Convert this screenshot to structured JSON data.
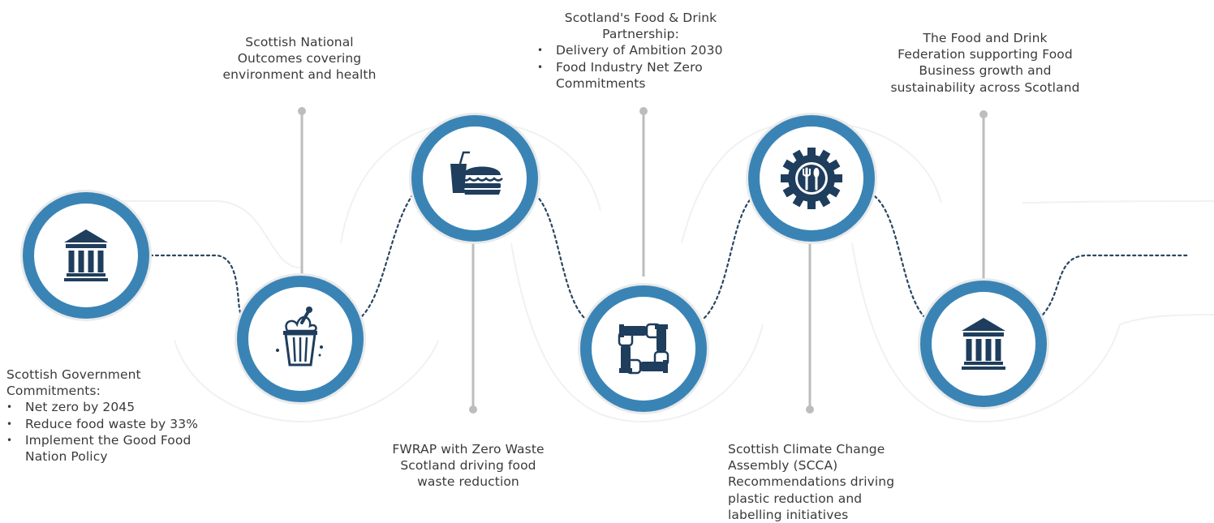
{
  "colors": {
    "ring": "#3a84b5",
    "ring_border": "#e9eaeb",
    "icon": "#1f3d5c",
    "connector": "#2b4660",
    "stem": "#bcbdbe",
    "background_arc": "#f0f1f2"
  },
  "nodes": [
    {
      "icon": "government-building-icon",
      "label": {
        "title_lines": [
          "Scottish Government",
          "Commitments:"
        ],
        "bullets": [
          "Net zero by 2045",
          "Reduce food waste by 33%",
          "Implement the Good Food Nation Policy"
        ]
      }
    },
    {
      "icon": "food-waste-bin-icon",
      "label": {
        "title_lines": [
          "Scottish National",
          "Outcomes covering",
          "environment and health"
        ],
        "bullets": []
      }
    },
    {
      "icon": "fast-food-icon",
      "label": {
        "title_lines": [
          "FWRAP with Zero Waste",
          "Scotland driving food",
          "waste reduction"
        ],
        "bullets": []
      }
    },
    {
      "icon": "partnership-hands-icon",
      "label": {
        "title_lines": [
          "Scotland's Food & Drink",
          "Partnership:"
        ],
        "bullets": [
          "Delivery of Ambition 2030",
          "Food Industry Net Zero Commitments"
        ]
      }
    },
    {
      "icon": "gear-cutlery-icon",
      "label": {
        "title_lines": [
          "Scottish Climate Change",
          "Assembly (SCCA)",
          "Recommendations driving",
          "plastic reduction and",
          "labelling initiatives"
        ],
        "bullets": []
      }
    },
    {
      "icon": "government-building-icon",
      "label": {
        "title_lines": [
          "The Food and Drink",
          "Federation supporting Food",
          "Business growth and",
          "sustainability across Scotland"
        ],
        "bullets": []
      }
    }
  ]
}
